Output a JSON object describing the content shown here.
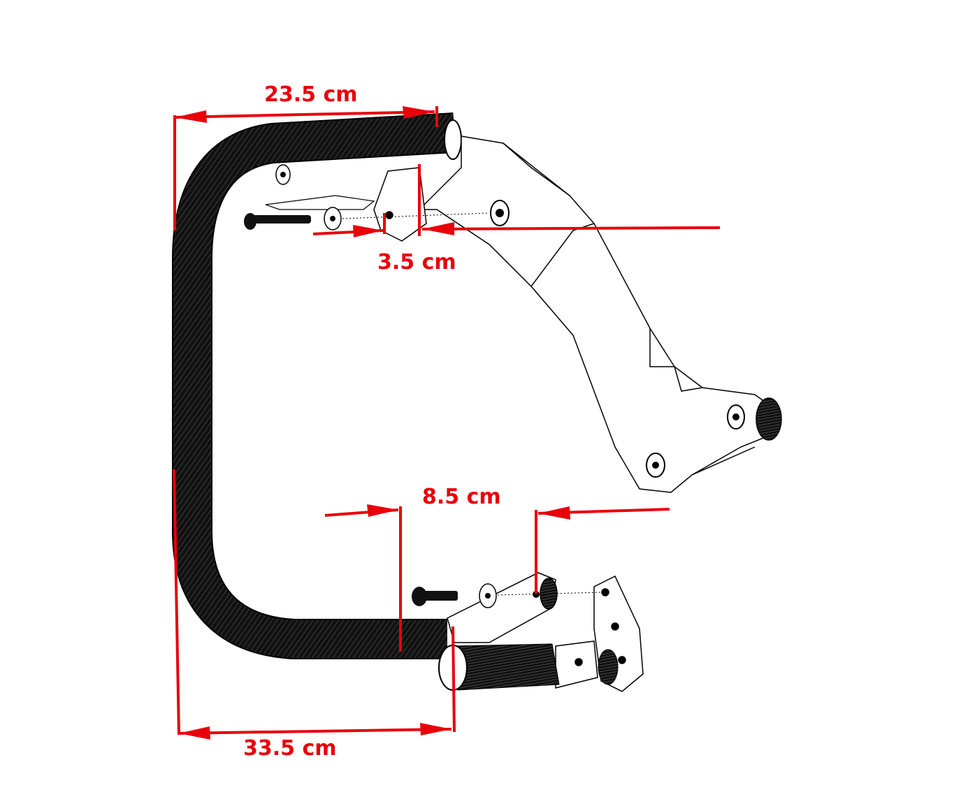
{
  "colors": {
    "dimension": "#e8000b",
    "drawing": "#000000",
    "background": "#ffffff"
  },
  "dimensions": {
    "top_length": "23.5 cm",
    "bracket_width": "3.5 cm",
    "bolt_spacing": "8.5 cm",
    "bottom_length": "33.5 cm"
  }
}
